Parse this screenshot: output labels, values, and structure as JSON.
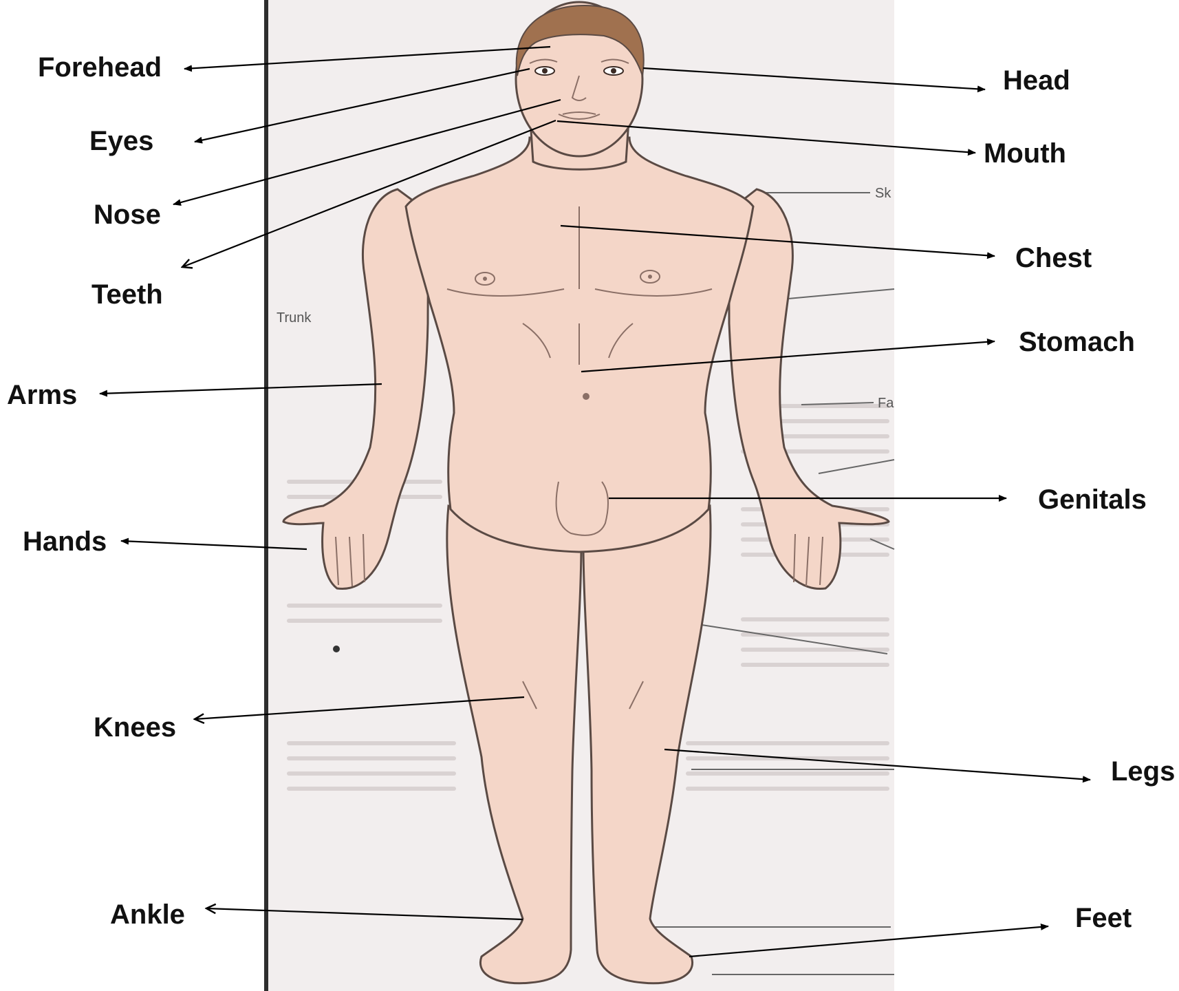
{
  "figure": {
    "page_labels": [
      "Trunk",
      "Sk",
      "Fa"
    ],
    "colors": {
      "skin": "#f4d6c8",
      "hair": "#a0714f",
      "outline": "#5a4a44",
      "page": "#f2eeee",
      "spine": "#2e2e2e"
    }
  },
  "labels": {
    "forehead": "Forehead",
    "eyes": "Eyes",
    "nose": "Nose",
    "teeth": "Teeth",
    "arms": "Arms",
    "hands": "Hands",
    "knees": "Knees",
    "ankle": "Ankle",
    "head": "Head",
    "mouth": "Mouth",
    "chest": "Chest",
    "stomach": "Stomach",
    "genitals": "Genitals",
    "legs": "Legs",
    "feet": "Feet"
  }
}
